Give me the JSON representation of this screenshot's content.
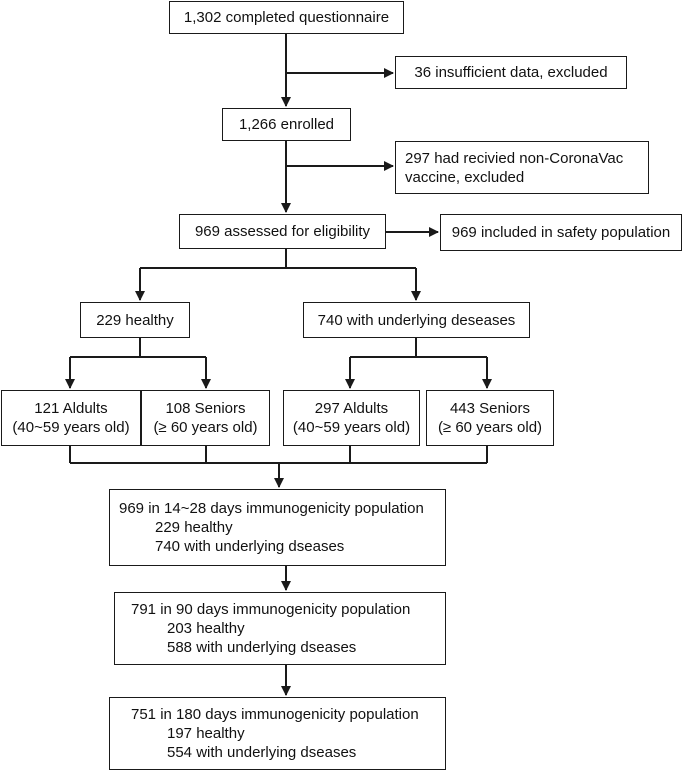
{
  "flowchart": {
    "completed": "1,302 completed questionnaire",
    "excluded_insufficient": "36 insufficient data, excluded",
    "enrolled": "1,266 enrolled",
    "excluded_vaccine": [
      "297 had recivied non-CoronaVac",
      "vaccine, excluded"
    ],
    "assessed": "969 assessed for eligibility",
    "safety": "969 included in safety population",
    "healthy": "229 healthy",
    "underlying": "740 with underlying deseases",
    "groups": [
      {
        "line1": "121 Aldults",
        "line2": "(40~59 years old)"
      },
      {
        "line1": "108  Seniors",
        "line2": "(≥ 60 years old)"
      },
      {
        "line1": "297 Aldults",
        "line2": "(40~59 years old)"
      },
      {
        "line1": "443  Seniors",
        "line2": "(≥ 60 years old)"
      }
    ],
    "immuno_14_28": {
      "title": "969 in 14~28 days immunogenicity population",
      "healthy": "229 healthy",
      "underlying": "740 with underlying dseases"
    },
    "immuno_90": {
      "title": "791 in 90 days immunogenicity population",
      "healthy": "203 healthy",
      "underlying": "588 with underlying dseases"
    },
    "immuno_180": {
      "title": "751 in 180 days immunogenicity population",
      "healthy": "197 healthy",
      "underlying": "554 with underlying dseases"
    }
  }
}
